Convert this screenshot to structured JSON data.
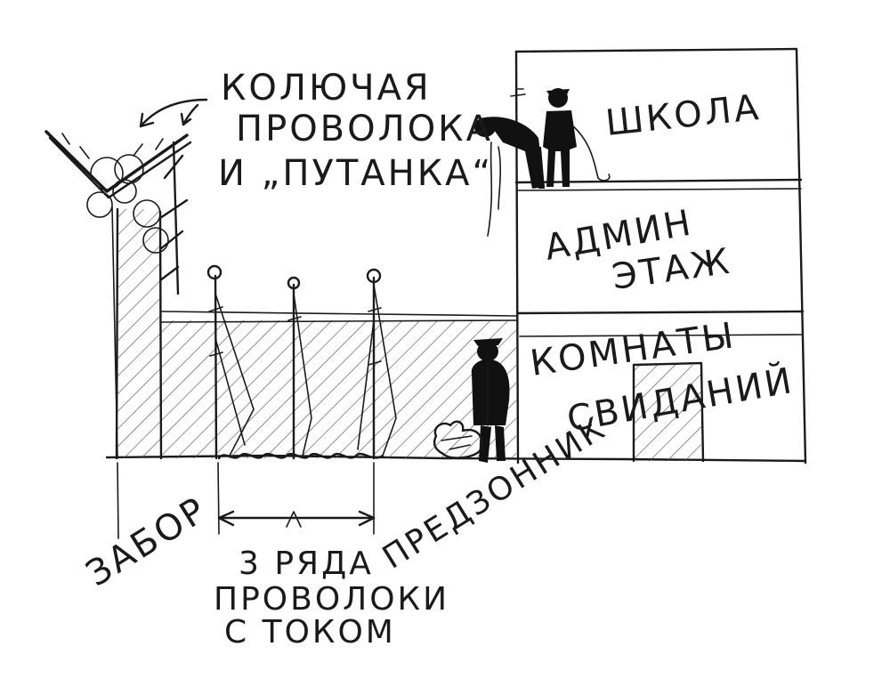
{
  "labels": {
    "barbed_wire_line1": "КОЛЮЧАЯ",
    "barbed_wire_line2": "ПРОВОЛОКА",
    "barbed_wire_line3": "И „ПУТАНКА“",
    "school": "ШКОЛА",
    "admin_line1": "АДМИН",
    "admin_line2": "ЭТАЖ",
    "rooms_line1": "КОМНАТЫ",
    "rooms_line2": "СВИДАНИЙ",
    "fence": "ЗАБОР",
    "wire_line1": "3 РЯДА",
    "wire_line2": "ПРОВОЛОКИ",
    "wire_line3": "С ТОКОМ",
    "prezone": "ПРЕДЗОННИК"
  },
  "colors": {
    "ink": "#1a1a1a",
    "paper": "#ffffff"
  }
}
